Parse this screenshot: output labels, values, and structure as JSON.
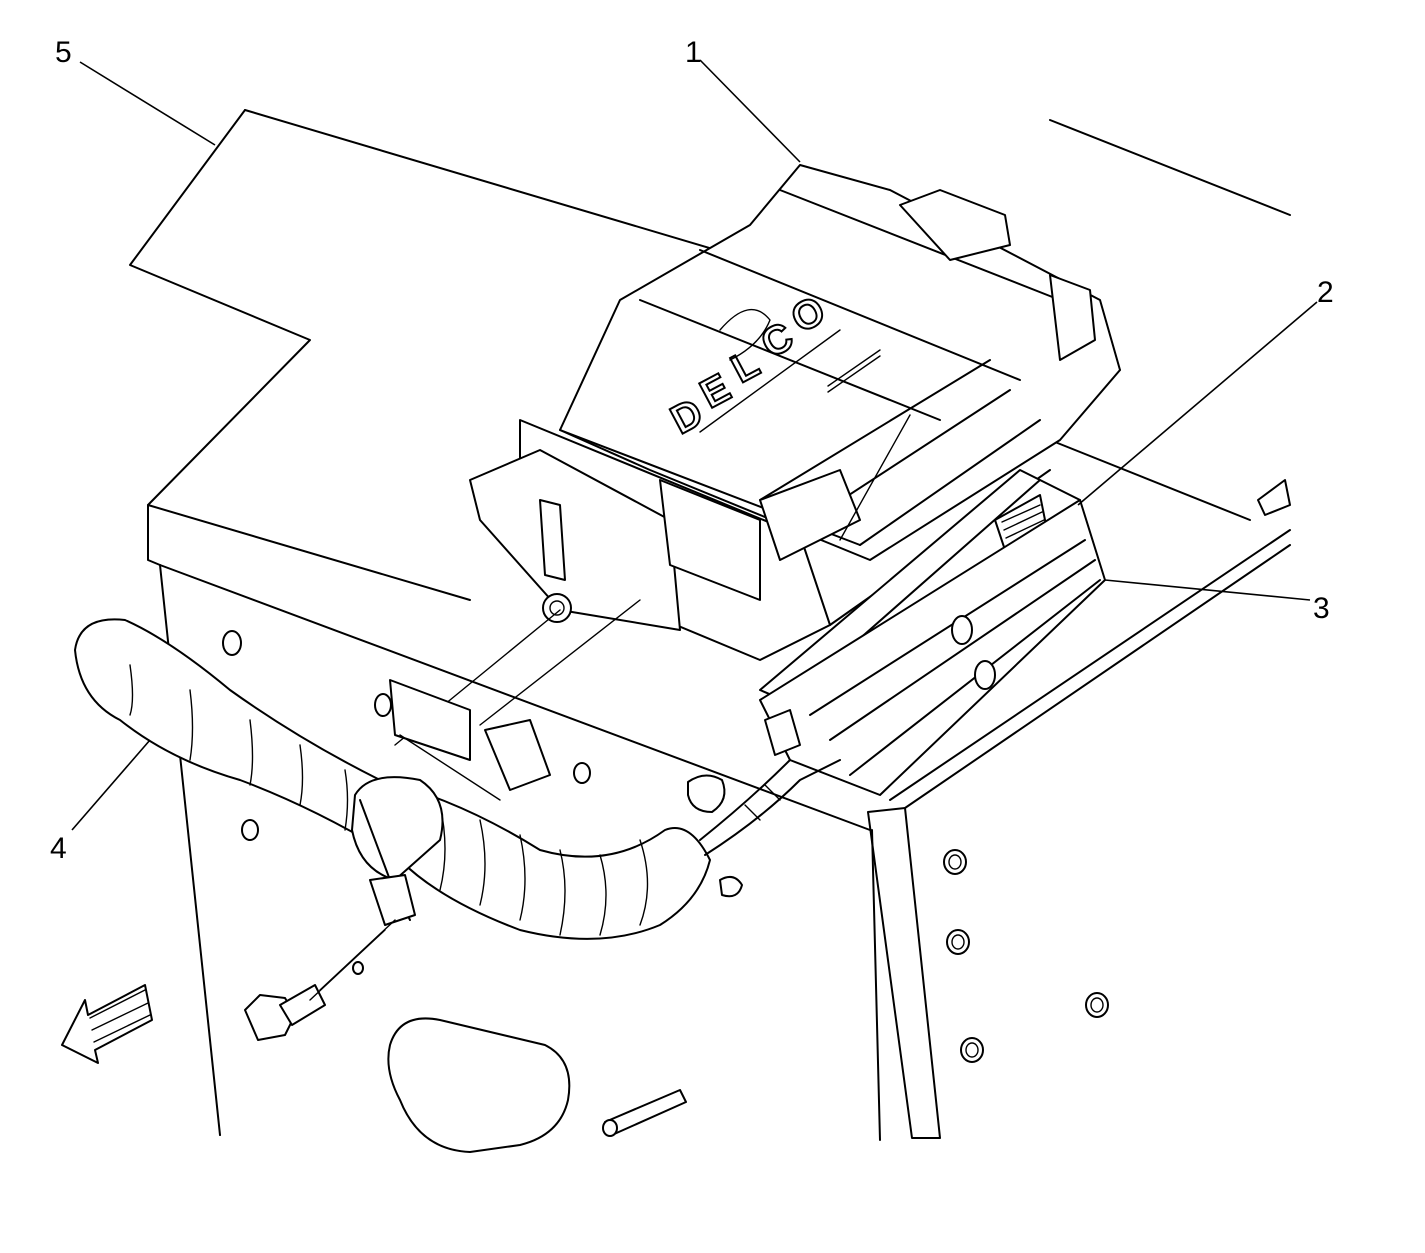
{
  "callouts": [
    {
      "id": "1",
      "text": "1",
      "part": "Engine control module"
    },
    {
      "id": "2",
      "text": "2",
      "part": "Connector"
    },
    {
      "id": "3",
      "text": "3",
      "part": "Connector"
    },
    {
      "id": "4",
      "text": "4",
      "part": "Wiring harness conduit"
    },
    {
      "id": "5",
      "text": "5",
      "part": "Mounting panel"
    }
  ],
  "logo": {
    "letters": [
      "D",
      "E",
      "L",
      "C",
      "O"
    ]
  },
  "icons": {
    "direction_arrow": "front-direction-arrow-icon",
    "bolt": "bolt-icon",
    "clip": "harness-clip-icon"
  },
  "colors": {
    "line": "#000000",
    "background": "#ffffff"
  }
}
